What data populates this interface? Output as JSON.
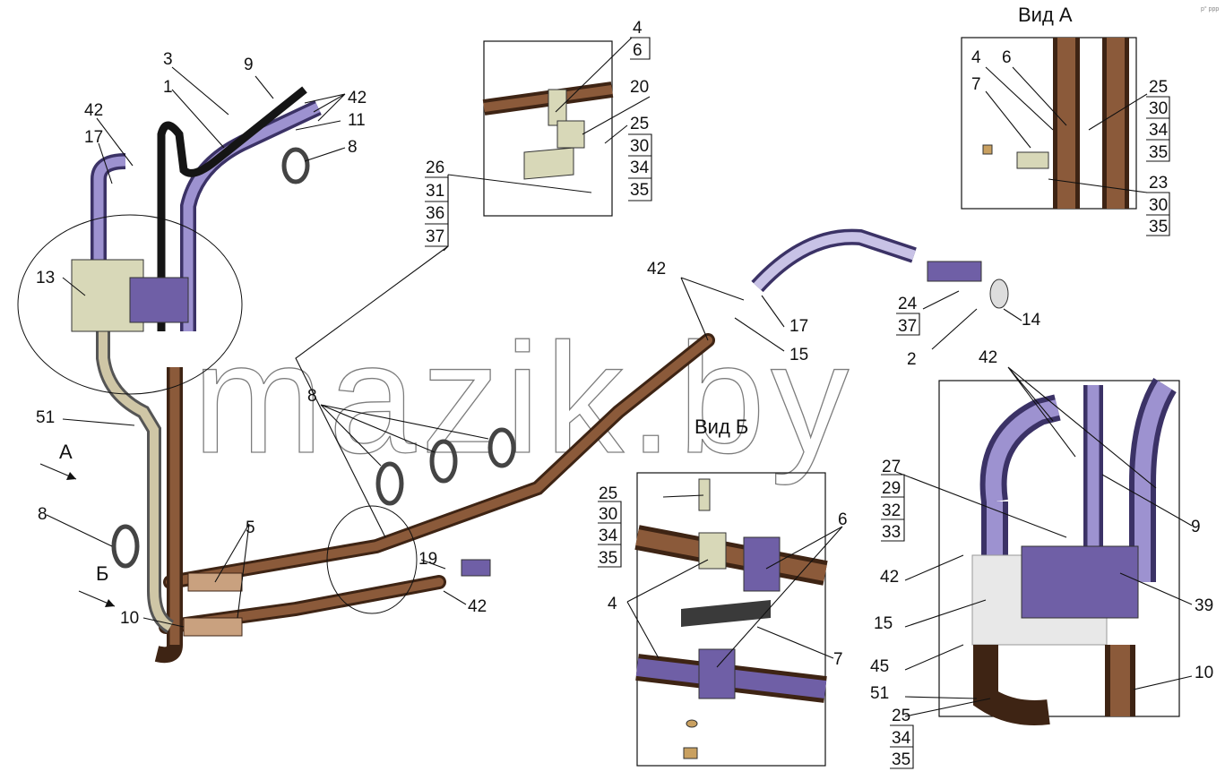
{
  "views": {
    "view_a": "Вид А",
    "view_b": "Вид Б"
  },
  "arrows": {
    "a": "А",
    "b": "Б"
  },
  "watermark": "mazik.by",
  "corner_mark": "р° ррр",
  "labels": {
    "l1": "1",
    "l3": "3",
    "l9": "9",
    "l42a": "42",
    "l42b": "42",
    "l11": "11",
    "l8a": "8",
    "l17a": "17",
    "l13": "13",
    "l51a": "51",
    "l8b": "8",
    "l10a": "10",
    "l5": "5",
    "l8c": "8",
    "l19": "19",
    "l42c": "42",
    "l26": "26",
    "l31": "31",
    "l36": "36",
    "l37a": "37",
    "l4a": "4",
    "l6a": "6",
    "l20": "20",
    "l25a": "25",
    "l30a": "30",
    "l34a": "34",
    "l35a": "35",
    "l42d": "42",
    "l15a": "15",
    "l17b": "17",
    "l24": "24",
    "l37b": "37",
    "l14": "14",
    "l2": "2",
    "l4b": "4",
    "l6b": "6",
    "l7a": "7",
    "l25b": "25",
    "l30b": "30",
    "l34b": "34",
    "l35b": "35",
    "l23": "23",
    "l30c": "30",
    "l35c": "35",
    "l25c": "25",
    "l30d": "30",
    "l34c": "34",
    "l35d": "35",
    "l4c": "4",
    "l6c": "6",
    "l7b": "7",
    "l42e": "42",
    "l27": "27",
    "l29": "29",
    "l32": "32",
    "l33": "33",
    "l9b": "9",
    "l42f": "42",
    "l39": "39",
    "l15b": "15",
    "l45": "45",
    "l51b": "51",
    "l10b": "10",
    "l25d": "25",
    "l34d": "34",
    "l35e": "35"
  },
  "colors": {
    "brown_pipe": "#7b4a2e",
    "purple_pipe": "#6f5fa6",
    "bracket": "#d8d8b8",
    "outline": "#111111"
  }
}
